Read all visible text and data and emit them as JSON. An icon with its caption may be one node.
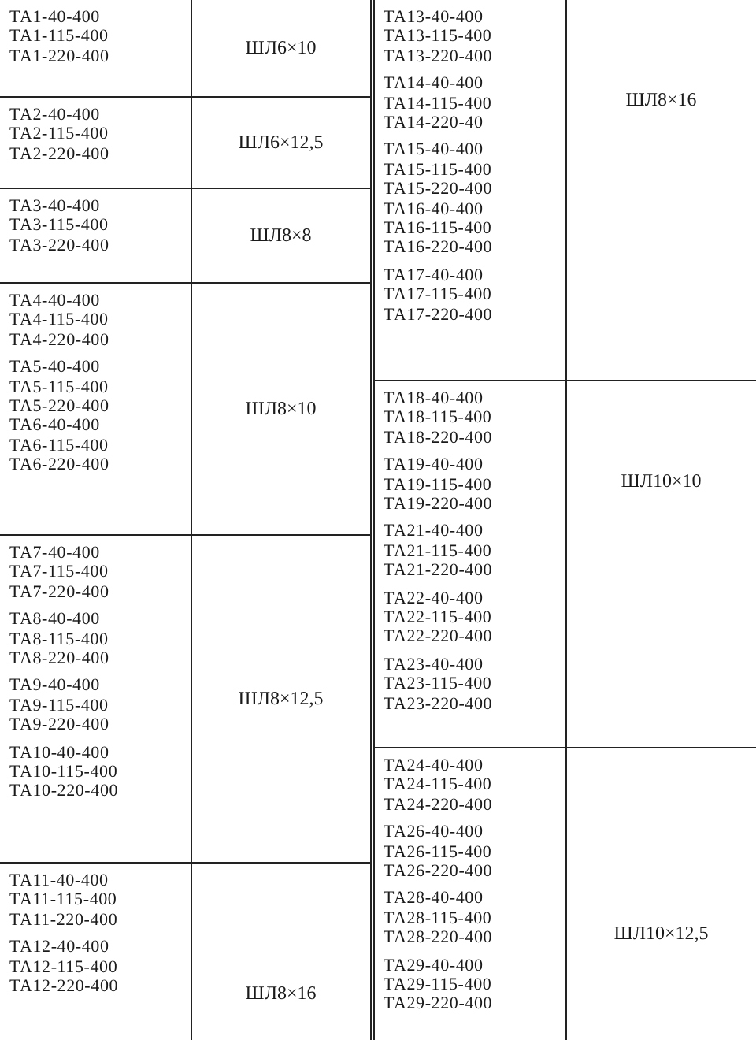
{
  "diagram": {
    "labels": [
      "ТА1-40-400",
      "ТА1-115-400",
      "ТА1-220-400",
      "ШЛ6×10",
      "ТА2-40-400",
      "ТА2-115-400",
      "ТА2-220-400",
      "ШЛ6×12,5",
      "ТА3-40-400",
      "ТА3-115-400",
      "ТА3-220-400",
      "ШЛ8×8",
      "ТА4-40-400",
      "ТА4-115-400",
      "ТА4-220-400",
      "ТА5-40-400",
      "ТА5-115-400",
      "ТА5-220-400",
      "ТА6-40-400",
      "ТА6-115-400",
      "ТА6-220-400",
      "ШЛ8×10",
      "ТА7-40-400",
      "ТА7-115-400",
      "ТА7-220-400",
      "ТА8-40-400",
      "ТА8-115-400",
      "ТА8-220-400",
      "ТА9-40-400",
      "ТА9-115-400",
      "ТА9-220-400",
      "ТА10-40-400",
      "ТА10-115-400",
      "ТА10-220-400",
      "ШЛ8×12,5",
      "ТА11-40-400",
      "ТА11-115-400",
      "ТА11-220-400",
      "ТА12-40-400",
      "ТА12-115-400",
      "ТА12-220-400",
      "ШЛ8×16",
      "ТА13-40-400",
      "ТА13-115-400",
      "ТА13-220-400",
      "ТА14-40-400",
      "ТА14-115-400",
      "ТА14-220-40",
      "ТА15-40-400",
      "ТА15-115-400",
      "ТА15-220-400",
      "ТА16-40-400",
      "ТА16-115-400",
      "ТА16-220-400",
      "ТА17-40-400",
      "ТА17-115-400",
      "ТА17-220-400",
      "ШЛ8×16",
      "ТА18-40-400",
      "ТА18-115-400",
      "ТА18-220-400",
      "ТА19-40-400",
      "ТА19-115-400",
      "ТА19-220-400",
      "ТА21-40-400",
      "ТА21-115-400",
      "ТА21-220-400",
      "ТА22-40-400",
      "ТА22-115-400",
      "ТА22-220-400",
      "ТА23-40-400",
      "ТА23-115-400",
      "ТА23-220-400",
      "ШЛ10×10",
      "ТА24-40-400",
      "ТА24-115-400",
      "ТА24-220-400",
      "ТА26-40-400",
      "ТА26-115-400",
      "ТА26-220-400",
      "ТА28-40-400",
      "ТА28-115-400",
      "ТА28-220-400",
      "ТА29-40-400",
      "ТА29-115-400",
      "ТА29-220-400",
      "ШЛ10×12,5"
    ]
  }
}
